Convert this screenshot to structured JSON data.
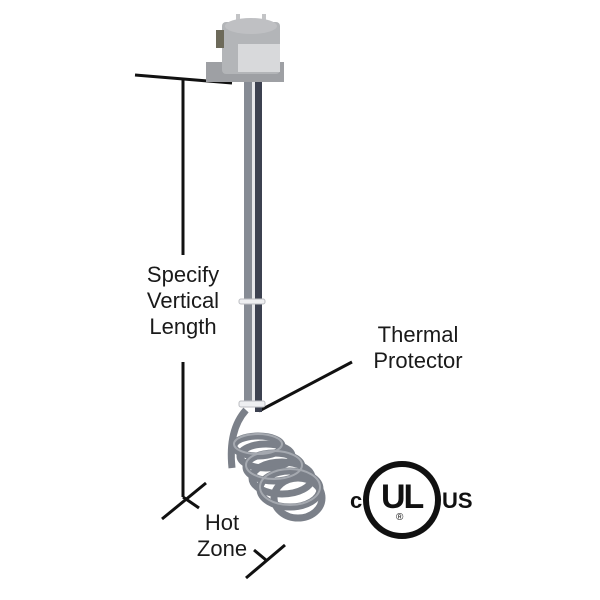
{
  "labels": {
    "vertical_length": [
      "Specify",
      "Vertical",
      "Length"
    ],
    "thermal_protector": [
      "Thermal",
      "Protector"
    ],
    "hot_zone": [
      "Hot",
      "Zone"
    ]
  },
  "certification": {
    "prefix": "c",
    "mark": "UL",
    "registered": "®",
    "suffix": "US"
  },
  "colors": {
    "line": "#111111",
    "heater_gray": "#7b8089",
    "heater_dark": "#3c4150",
    "housing": "#a9abae"
  }
}
